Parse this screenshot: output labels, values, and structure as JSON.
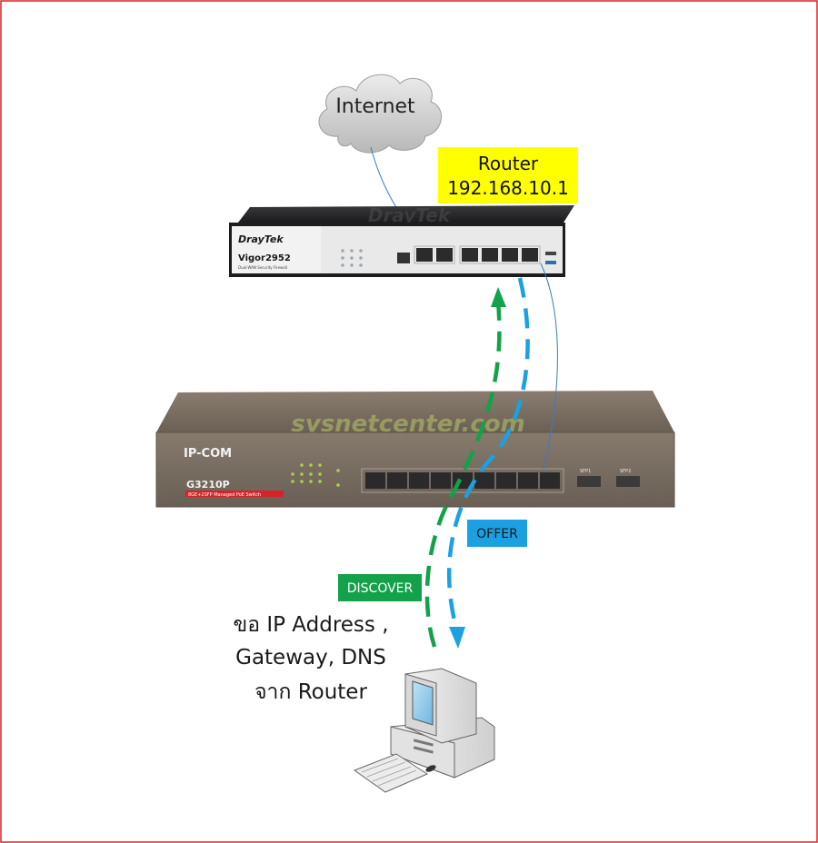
{
  "cloud": {
    "label": "Internet"
  },
  "router": {
    "callout_line1": "Router",
    "callout_line2": "192.168.10.1",
    "brand": "DrayTek",
    "model": "Vigor2952",
    "subtitle": "Dual-WAN Security Firewall",
    "colors": {
      "callout_bg": "#ffff00",
      "body": "#1d1d1f",
      "faceplate": "#f2f2f2"
    }
  },
  "switch": {
    "brand": "IP-COM",
    "model": "G3210P",
    "subtitle": "8GE+2SFP Managed PoE Switch",
    "sfp1": "SFP1",
    "sfp2": "SFP2",
    "watermark": "sysnetcenter.com",
    "colors": {
      "body": "#7b6f62",
      "top": "#6a5f54",
      "badge": "#d4242a"
    }
  },
  "flows": {
    "offer": "OFFER",
    "discover": "DISCOVER",
    "colors": {
      "offer": "#1ba1e2",
      "discover": "#13a14a",
      "cable": "#3a7cc0"
    }
  },
  "client": {
    "line1": "ขอ IP Address ,",
    "line2": "Gateway, DNS",
    "line3": "จาก Router"
  },
  "frame": {
    "border_color": "#d9222a"
  }
}
